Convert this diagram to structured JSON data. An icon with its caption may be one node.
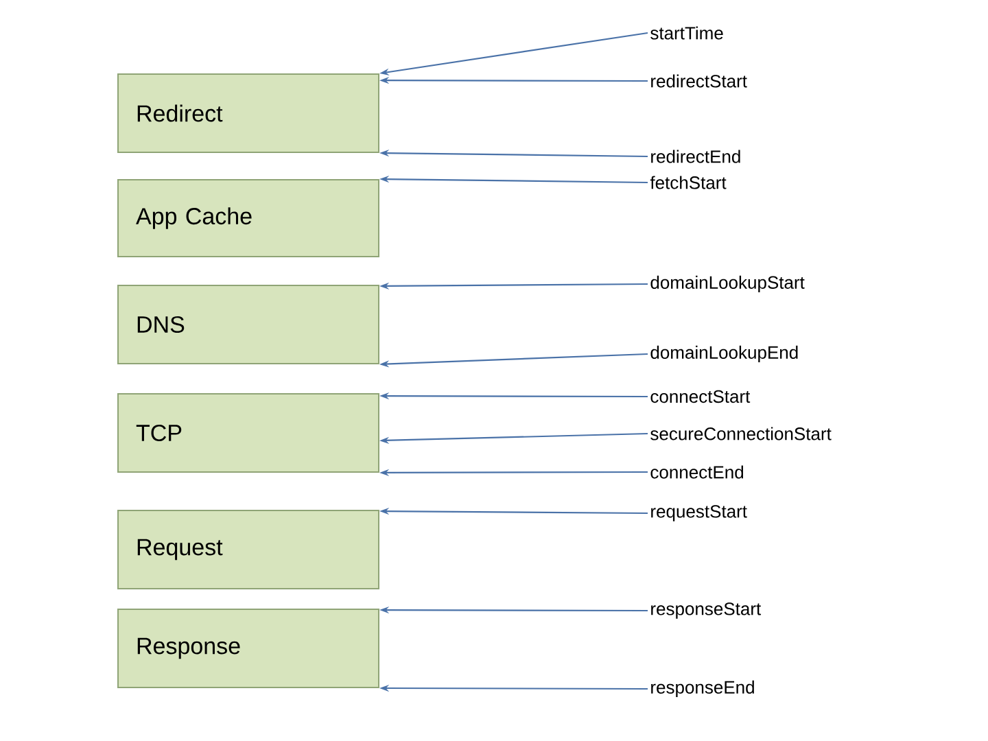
{
  "diagram": {
    "nodes": [
      {
        "text": [
          "Redirect"
        ]
      },
      {
        "text": [
          "App Cache"
        ]
      },
      {
        "text": [
          "DNS"
        ]
      },
      {
        "text": [
          "TCP"
        ]
      },
      {
        "text": [
          "Request"
        ]
      },
      {
        "text": [
          "Response"
        ]
      },
      {
        "text": [
          "startTime"
        ]
      },
      {
        "text": [
          "redirectStart"
        ]
      },
      {
        "text": [
          "redirectEnd"
        ]
      },
      {
        "text": [
          "fetchStart"
        ]
      },
      {
        "text": [
          "domainLookupStart"
        ]
      },
      {
        "text": [
          "domainLookupEnd"
        ]
      },
      {
        "text": [
          "connectStart"
        ]
      },
      {
        "text": [
          "secureConnectionStart"
        ]
      },
      {
        "text": [
          "connectEnd"
        ]
      },
      {
        "text": [
          "requestStart"
        ]
      },
      {
        "text": [
          "responseStart"
        ]
      },
      {
        "text": [
          "responseEnd"
        ]
      }
    ],
    "edges": [
      {
        "from": 6,
        "to": 0,
        "arrow": "to"
      },
      {
        "from": 7,
        "to": 0,
        "arrow": "to"
      },
      {
        "from": 8,
        "to": 0,
        "arrow": "to"
      },
      {
        "from": 9,
        "to": 1,
        "arrow": "to"
      },
      {
        "from": 10,
        "to": 2,
        "arrow": "to"
      },
      {
        "from": 11,
        "to": 2,
        "arrow": "to"
      },
      {
        "from": 12,
        "to": 3,
        "arrow": "to"
      },
      {
        "from": 13,
        "to": 3,
        "arrow": "to"
      },
      {
        "from": 14,
        "to": 3,
        "arrow": "to"
      },
      {
        "from": 15,
        "to": 4,
        "arrow": "to"
      },
      {
        "from": 16,
        "to": 5,
        "arrow": "to"
      },
      {
        "from": 17,
        "to": 5,
        "arrow": "to"
      }
    ]
  }
}
